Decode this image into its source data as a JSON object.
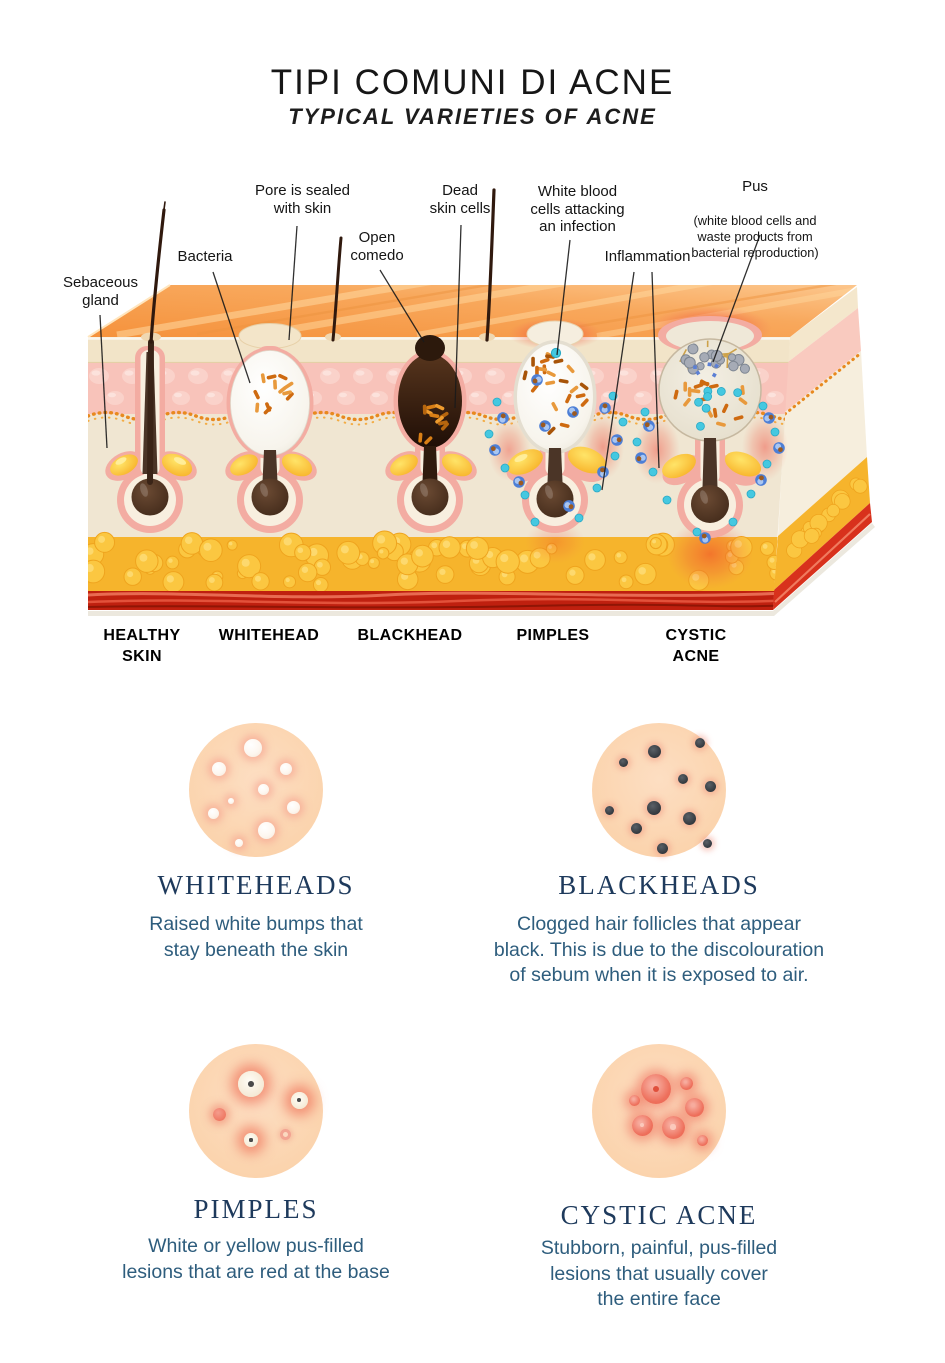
{
  "title": {
    "line1": "TIPI COMUNI DI ACNE",
    "line2": "TYPICAL VARIETIES OF ACNE"
  },
  "diagram": {
    "labels": {
      "sebaceous_gland": "Sebaceous\ngland",
      "bacteria": "Bacteria",
      "pore_sealed": "Pore is sealed\nwith skin",
      "open_comedo": "Open\ncomedo",
      "dead_skin_cells": "Dead\nskin cells",
      "white_blood_cells": "White blood\ncells attacking\nan infection",
      "inflammation": "Inflammation",
      "pus_title": "Pus",
      "pus_subtitle": "(white blood cells and\nwaste products from\nbacterial reproduction)"
    },
    "stages": [
      {
        "label": "HEALTHY\nSKIN"
      },
      {
        "label": "WHITEHEAD"
      },
      {
        "label": "BLACKHEAD"
      },
      {
        "label": "PIMPLES"
      },
      {
        "label": "CYSTIC\nACNE"
      }
    ]
  },
  "sections": [
    {
      "heading": "WHITEHEADS",
      "description": "Raised white bumps that\nstay beneath the skin"
    },
    {
      "heading": "BLACKHEADS",
      "description": "Clogged hair follicles that appear\nblack. This is due to the discolouration\nof sebum when it is exposed to air."
    },
    {
      "heading": "PIMPLES",
      "description": "White or yellow pus-filled\nlesions that are red at the base"
    },
    {
      "heading": "CYSTIC ACNE",
      "description": "Stubborn, painful, pus-filled\nlesions that usually cover\nthe entire face"
    }
  ],
  "colors": {
    "heading_navy": "#1e3a5c",
    "body_blue": "#2e5d7d",
    "label_black": "#141414",
    "skin_peach": "#fcd7b4",
    "surface_orange": "#f79b49",
    "epidermis_pink": "#f8c3ba",
    "dermis_cream": "#f0e6d2",
    "fat_yellow": "#fbc741",
    "muscle_red": "#bf200f",
    "inflammation_red": "#ee4a33",
    "bacteria_orange": "#ce6a10",
    "wbc_cyan": "#45c8e0",
    "wbc_blue": "#4d7fd6"
  }
}
